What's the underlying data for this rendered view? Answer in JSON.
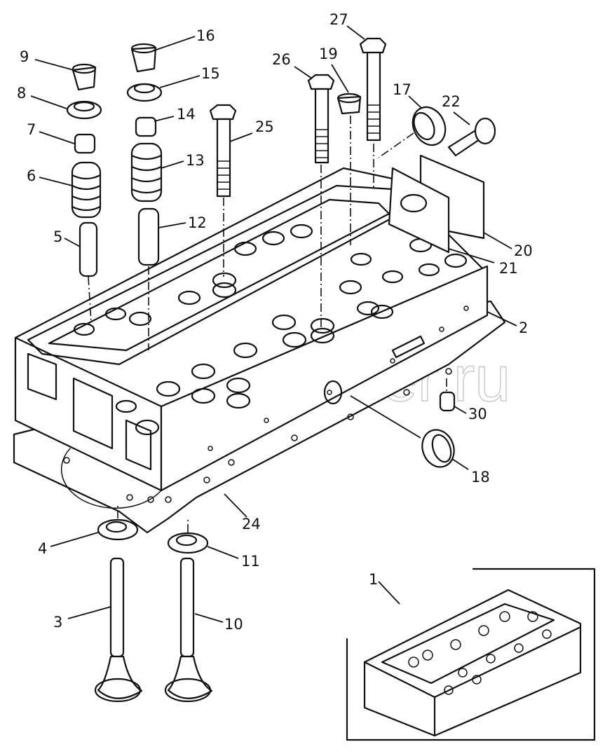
{
  "diagram": {
    "title": "Cylinder head assembly — exploded view",
    "watermark": "autopiter.ru",
    "watermark_symbol": "a",
    "callouts": [
      {
        "id": "1",
        "label": "1",
        "part": "cylinder-head-assembly"
      },
      {
        "id": "2",
        "label": "2",
        "part": "cylinder-head"
      },
      {
        "id": "3",
        "label": "3",
        "part": "exhaust-valve"
      },
      {
        "id": "4",
        "label": "4",
        "part": "valve-seat-washer"
      },
      {
        "id": "5",
        "label": "5",
        "part": "valve-guide"
      },
      {
        "id": "6",
        "label": "6",
        "part": "valve-spring"
      },
      {
        "id": "7",
        "label": "7",
        "part": "valve-stem-seal"
      },
      {
        "id": "8",
        "label": "8",
        "part": "spring-retainer"
      },
      {
        "id": "9",
        "label": "9",
        "part": "valve-collet"
      },
      {
        "id": "10",
        "label": "10",
        "part": "intake-valve"
      },
      {
        "id": "11",
        "label": "11",
        "part": "valve-seat-washer"
      },
      {
        "id": "12",
        "label": "12",
        "part": "valve-guide"
      },
      {
        "id": "13",
        "label": "13",
        "part": "valve-spring"
      },
      {
        "id": "14",
        "label": "14",
        "part": "valve-stem-seal"
      },
      {
        "id": "15",
        "label": "15",
        "part": "spring-retainer"
      },
      {
        "id": "16",
        "label": "16",
        "part": "valve-collet"
      },
      {
        "id": "17",
        "label": "17",
        "part": "core-plug"
      },
      {
        "id": "18",
        "label": "18",
        "part": "core-plug"
      },
      {
        "id": "19",
        "label": "19",
        "part": "plug"
      },
      {
        "id": "20",
        "label": "20",
        "part": "cover-plate"
      },
      {
        "id": "21",
        "label": "21",
        "part": "gasket"
      },
      {
        "id": "22",
        "label": "22",
        "part": "flange-bolt"
      },
      {
        "id": "24",
        "label": "24",
        "part": "head-gasket"
      },
      {
        "id": "25",
        "label": "25",
        "part": "head-bolt"
      },
      {
        "id": "26",
        "label": "26",
        "part": "head-bolt"
      },
      {
        "id": "27",
        "label": "27",
        "part": "head-bolt"
      },
      {
        "id": "30",
        "label": "30",
        "part": "plug"
      }
    ]
  }
}
